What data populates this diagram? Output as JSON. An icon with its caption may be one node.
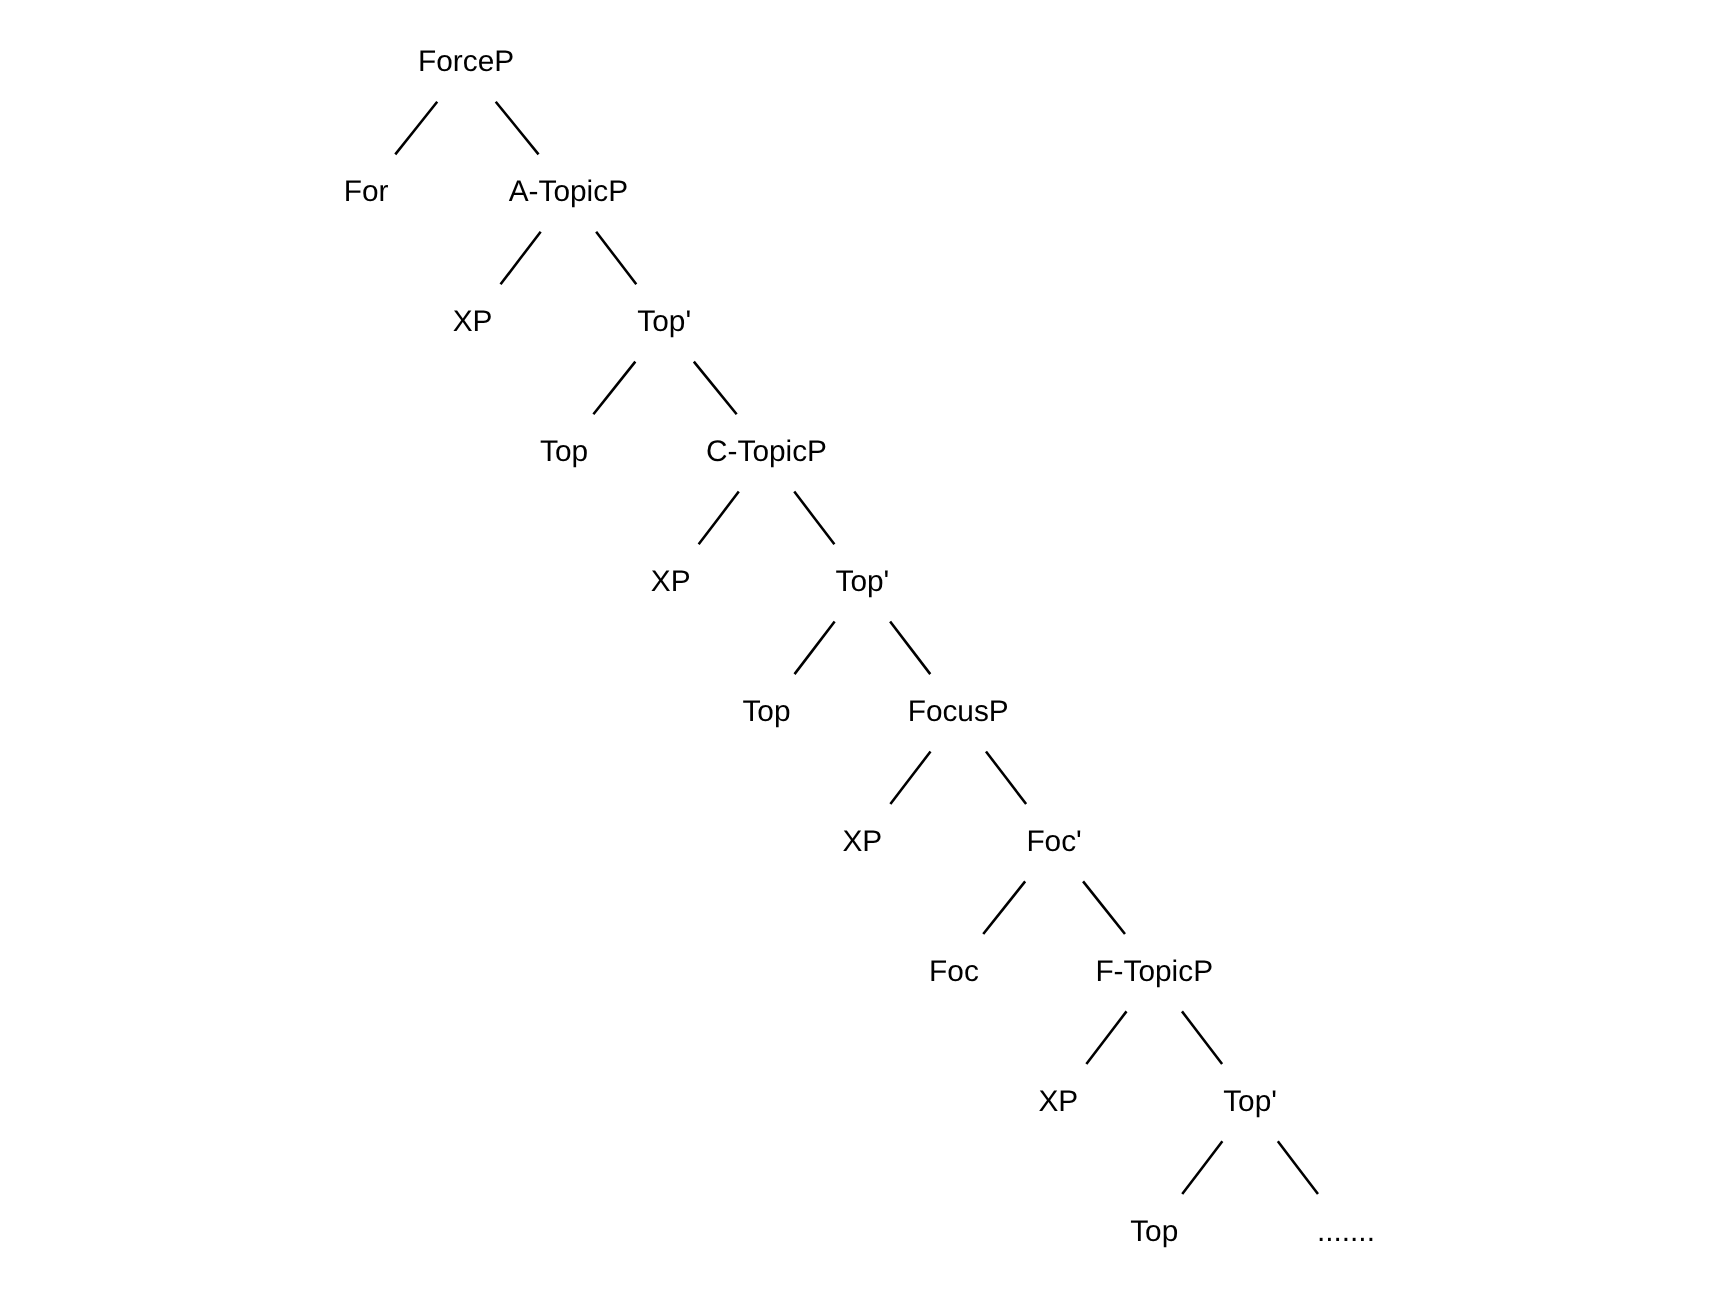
{
  "diagram": {
    "nodes": [
      {
        "text": [
          "ForceP"
        ]
      },
      {
        "text": [
          "For"
        ]
      },
      {
        "text": [
          "A-TopicP"
        ]
      },
      {
        "text": [
          "XP"
        ]
      },
      {
        "text": [
          "Top'"
        ]
      },
      {
        "text": [
          "Top"
        ]
      },
      {
        "text": [
          "C-TopicP"
        ]
      },
      {
        "text": [
          "XP"
        ]
      },
      {
        "text": [
          "Top'"
        ]
      },
      {
        "text": [
          "Top"
        ]
      },
      {
        "text": [
          "FocusP"
        ]
      },
      {
        "text": [
          "XP"
        ]
      },
      {
        "text": [
          "Foc'"
        ]
      },
      {
        "text": [
          "Foc"
        ]
      },
      {
        "text": [
          "F-TopicP"
        ]
      },
      {
        "text": [
          "XP"
        ]
      },
      {
        "text": [
          "Top'"
        ]
      },
      {
        "text": [
          "Top"
        ]
      },
      {
        "text": [
          "......."
        ]
      }
    ],
    "edges": [
      {
        "from": 0,
        "to": 1,
        "arrow": "none"
      },
      {
        "from": 0,
        "to": 2,
        "arrow": "none"
      },
      {
        "from": 2,
        "to": 3,
        "arrow": "none"
      },
      {
        "from": 2,
        "to": 4,
        "arrow": "none"
      },
      {
        "from": 4,
        "to": 5,
        "arrow": "none"
      },
      {
        "from": 4,
        "to": 6,
        "arrow": "none"
      },
      {
        "from": 6,
        "to": 7,
        "arrow": "none"
      },
      {
        "from": 6,
        "to": 8,
        "arrow": "none"
      },
      {
        "from": 8,
        "to": 9,
        "arrow": "none"
      },
      {
        "from": 8,
        "to": 10,
        "arrow": "none"
      },
      {
        "from": 10,
        "to": 11,
        "arrow": "none"
      },
      {
        "from": 10,
        "to": 12,
        "arrow": "none"
      },
      {
        "from": 12,
        "to": 13,
        "arrow": "none"
      },
      {
        "from": 12,
        "to": 14,
        "arrow": "none"
      },
      {
        "from": 14,
        "to": 15,
        "arrow": "none"
      },
      {
        "from": 14,
        "to": 16,
        "arrow": "none"
      },
      {
        "from": 16,
        "to": 17,
        "arrow": "none"
      },
      {
        "from": 16,
        "to": 18,
        "arrow": "none"
      }
    ]
  }
}
